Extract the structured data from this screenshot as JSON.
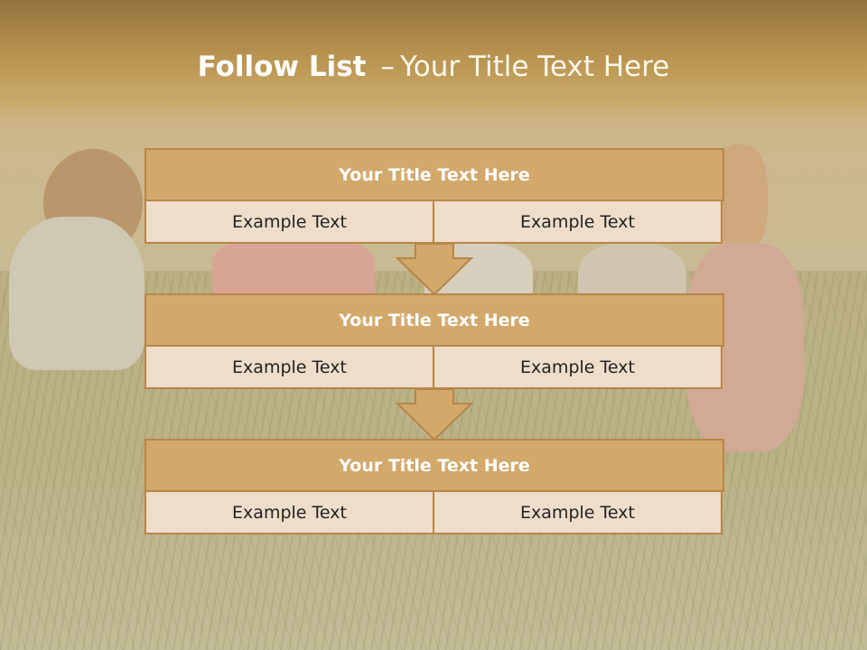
{
  "slide": {
    "title_bold": "Follow List",
    "title_dash": "–",
    "title_rest": "Your Title Text Here"
  },
  "steps": [
    {
      "title": "Your Title Text Here",
      "left": "Example Text",
      "right": "Example Text"
    },
    {
      "title": "Your Title Text Here",
      "left": "Example Text",
      "right": "Example Text"
    },
    {
      "title": "Your Title Text Here",
      "left": "Example Text",
      "right": "Example Text"
    }
  ],
  "colors": {
    "header_fill": "#d2a86b",
    "cell_fill": "#eeddcb",
    "border": "#b8864a",
    "title_band": "#b8924f"
  }
}
